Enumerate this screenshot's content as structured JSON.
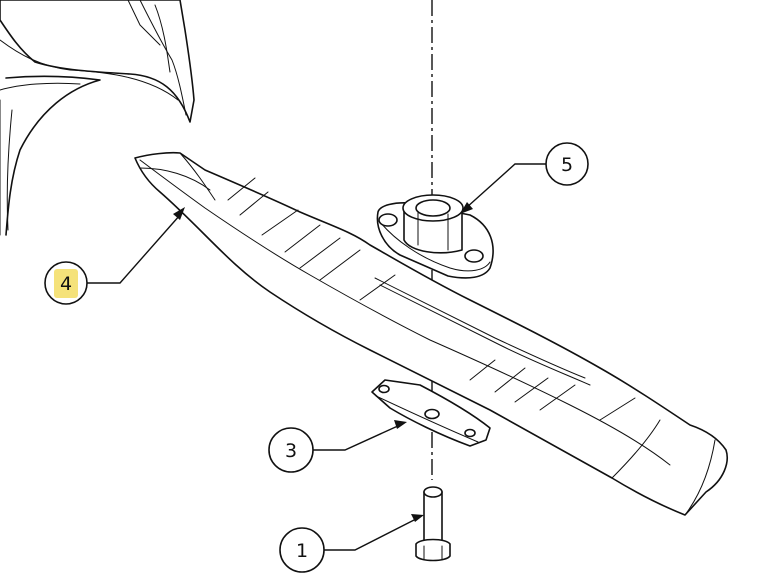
{
  "callouts": [
    {
      "id": "part-1",
      "label": "1",
      "highlighted": false
    },
    {
      "id": "part-3",
      "label": "3",
      "highlighted": false
    },
    {
      "id": "part-4",
      "label": "4",
      "highlighted": true
    },
    {
      "id": "part-5",
      "label": "5",
      "highlighted": false
    }
  ],
  "colors": {
    "line": "#111111",
    "background": "#ffffff",
    "highlight": "#f5e27a"
  }
}
